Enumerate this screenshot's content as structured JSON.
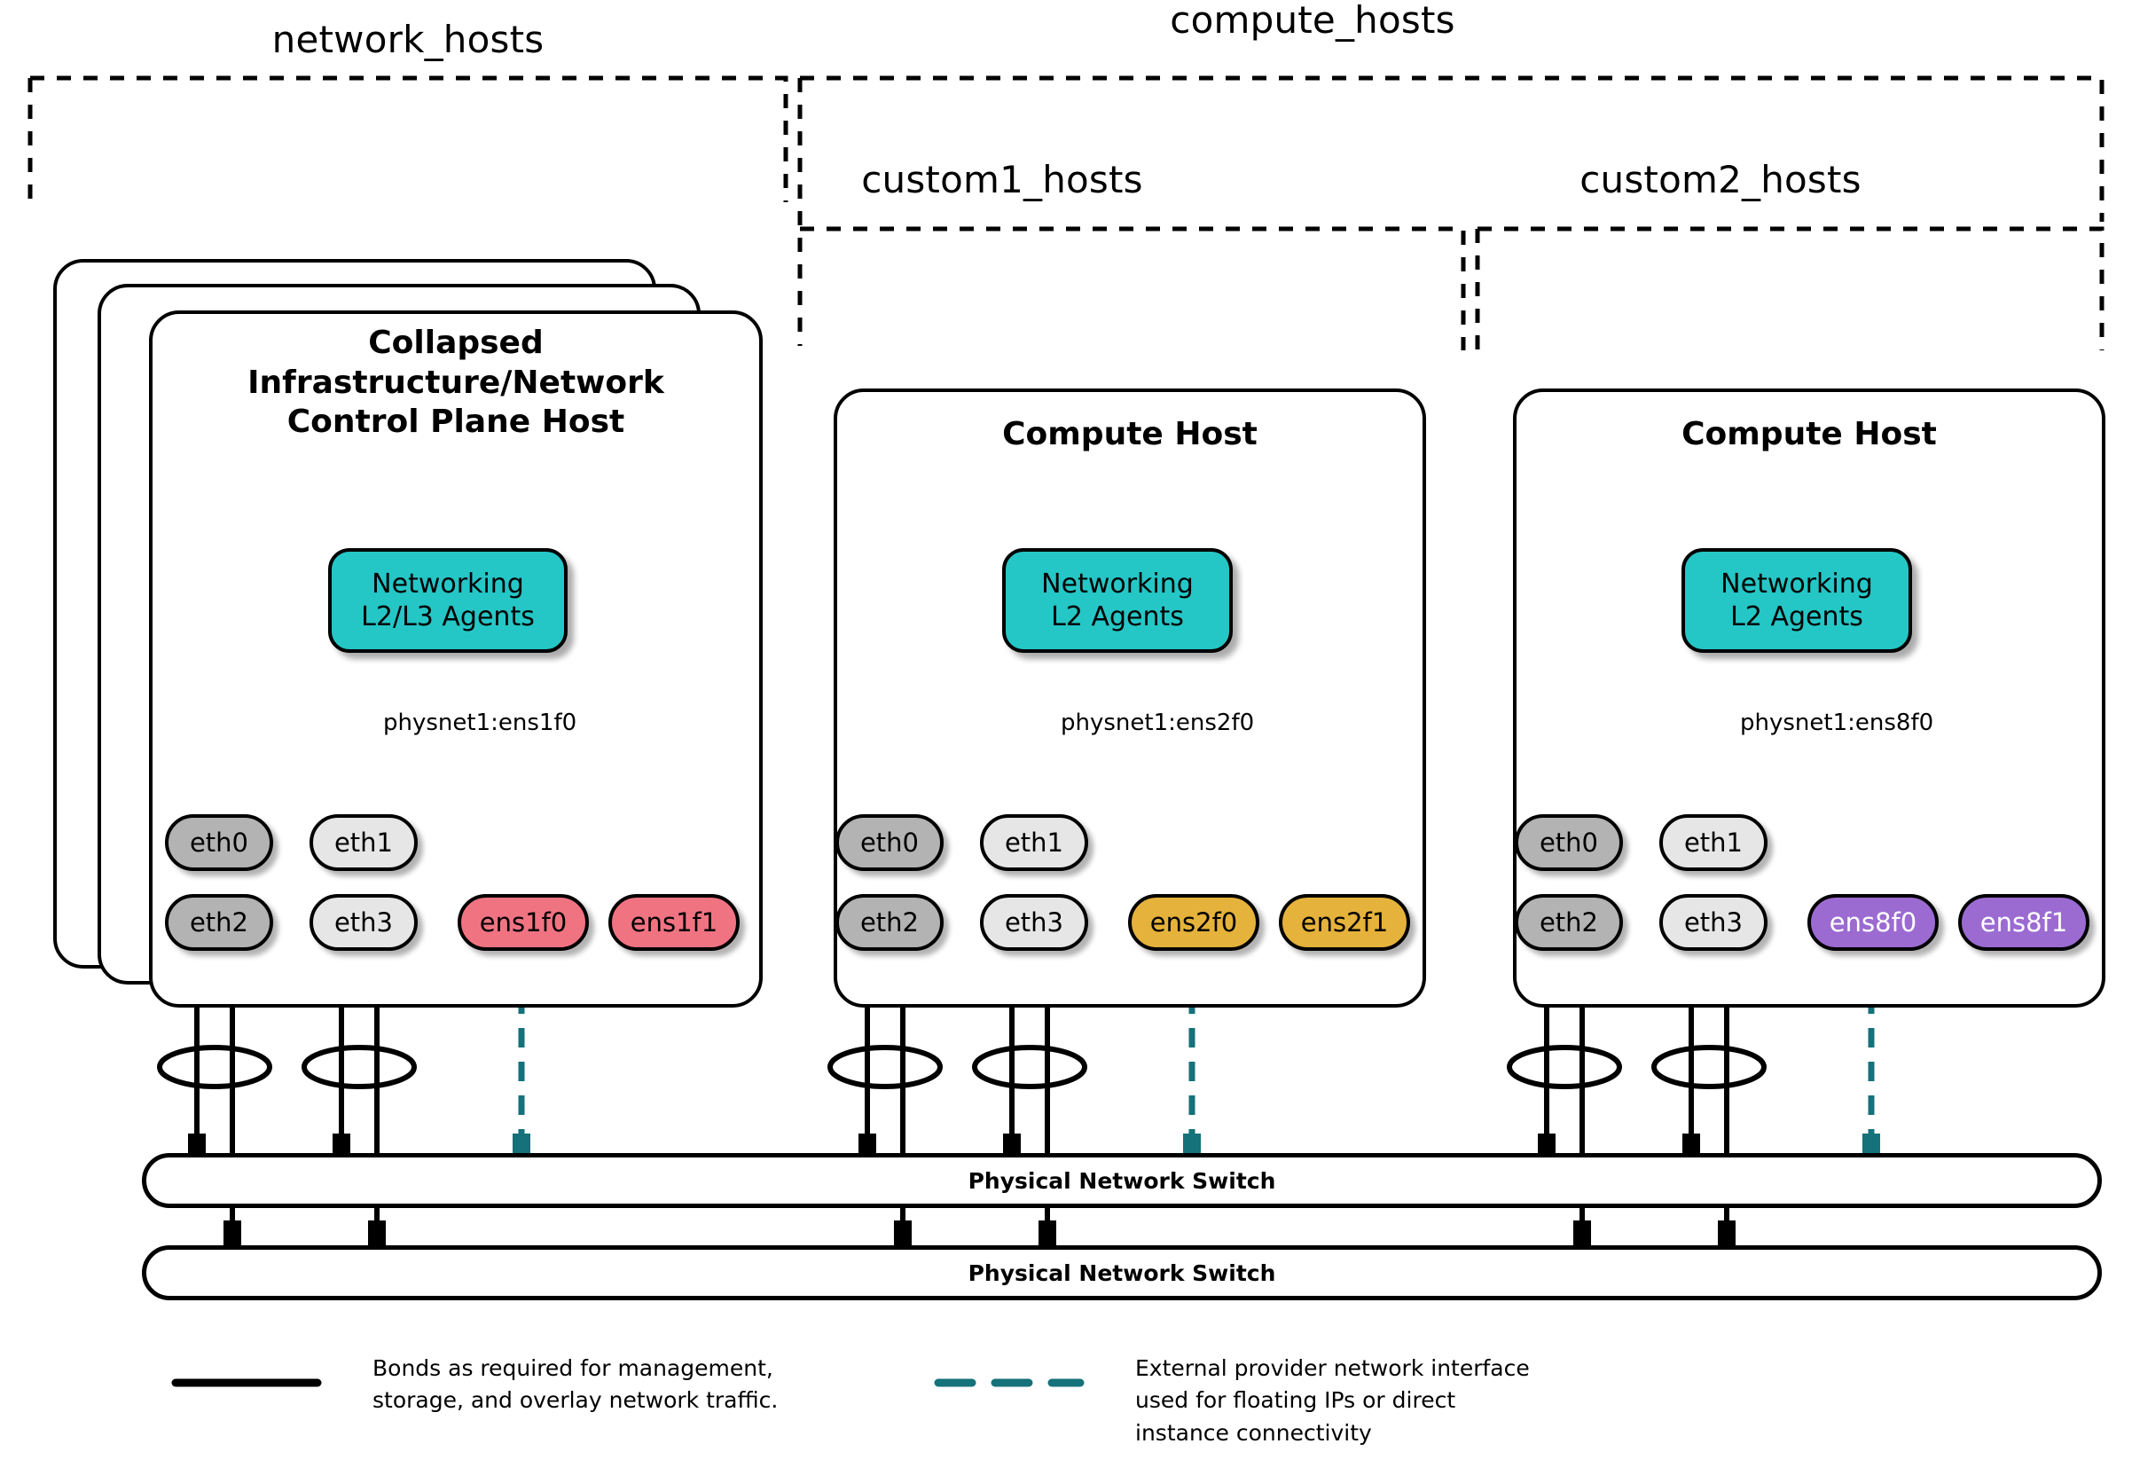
{
  "groups": [
    {
      "id": "network_hosts",
      "label": "network_hosts"
    },
    {
      "id": "compute_hosts",
      "label": "compute_hosts"
    },
    {
      "id": "custom1_hosts",
      "label": "custom1_hosts"
    },
    {
      "id": "custom2_hosts",
      "label": "custom2_hosts"
    }
  ],
  "hosts": [
    {
      "id": "collapsed-control-plane",
      "title": "Collapsed\nInfrastructure/Network\nControl Plane Host",
      "title_lines": [
        "Collapsed",
        "Infrastructure/Network",
        "Control Plane Host"
      ],
      "stacked": true,
      "agent": {
        "label": "Networking\nL2/L3 Agents",
        "lines": [
          "Networking",
          "L2/L3 Agents"
        ],
        "color": "#25C6C6"
      },
      "physnet_label": "physnet1:ens1f0",
      "nics": [
        {
          "name": "eth0",
          "color": "#B3B3B3",
          "text": "#000000"
        },
        {
          "name": "eth1",
          "color": "#E6E6E6",
          "text": "#000000"
        },
        {
          "name": "eth2",
          "color": "#B3B3B3",
          "text": "#000000"
        },
        {
          "name": "eth3",
          "color": "#E6E6E6",
          "text": "#000000"
        },
        {
          "name": "ens1f0",
          "color": "#F07382",
          "text": "#000000"
        },
        {
          "name": "ens1f1",
          "color": "#F07382",
          "text": "#000000"
        }
      ]
    },
    {
      "id": "compute-host-1",
      "title": "Compute Host",
      "title_lines": [
        "Compute Host"
      ],
      "stacked": false,
      "agent": {
        "label": "Networking\nL2 Agents",
        "lines": [
          "Networking",
          "L2 Agents"
        ],
        "color": "#25C6C6"
      },
      "physnet_label": "physnet1:ens2f0",
      "nics": [
        {
          "name": "eth0",
          "color": "#B3B3B3",
          "text": "#000000"
        },
        {
          "name": "eth1",
          "color": "#E6E6E6",
          "text": "#000000"
        },
        {
          "name": "eth2",
          "color": "#B3B3B3",
          "text": "#000000"
        },
        {
          "name": "eth3",
          "color": "#E6E6E6",
          "text": "#000000"
        },
        {
          "name": "ens2f0",
          "color": "#E5B23B",
          "text": "#000000"
        },
        {
          "name": "ens2f1",
          "color": "#E5B23B",
          "text": "#000000"
        }
      ]
    },
    {
      "id": "compute-host-2",
      "title": "Compute Host",
      "title_lines": [
        "Compute Host"
      ],
      "stacked": false,
      "agent": {
        "label": "Networking\nL2 Agents",
        "lines": [
          "Networking",
          "L2 Agents"
        ],
        "color": "#25C6C6"
      },
      "physnet_label": "physnet1:ens8f0",
      "nics": [
        {
          "name": "eth0",
          "color": "#B3B3B3",
          "text": "#000000"
        },
        {
          "name": "eth1",
          "color": "#E6E6E6",
          "text": "#000000"
        },
        {
          "name": "eth2",
          "color": "#B3B3B3",
          "text": "#000000"
        },
        {
          "name": "eth3",
          "color": "#E6E6E6",
          "text": "#000000"
        },
        {
          "name": "ens8f0",
          "color": "#9B6BD1",
          "text": "#FFFFFF"
        },
        {
          "name": "ens8f1",
          "color": "#9B6BD1",
          "text": "#FFFFFF"
        }
      ]
    }
  ],
  "switches": [
    {
      "id": "switch-top",
      "label": "Physical Network Switch"
    },
    {
      "id": "switch-bottom",
      "label": "Physical Network Switch"
    }
  ],
  "legend": [
    {
      "id": "bond-legend",
      "style": "solid",
      "color": "#000000",
      "lines": [
        "Bonds as required for management,",
        "storage, and overlay network traffic."
      ],
      "text": "Bonds as required for management, storage, and overlay network traffic."
    },
    {
      "id": "provider-legend",
      "style": "dashed",
      "color": "#15717A",
      "lines": [
        "External provider network interface",
        "used for floating IPs or direct",
        "instance connectivity"
      ],
      "text": "External provider network interface used for floating IPs or direct instance connectivity"
    }
  ],
  "colors": {
    "teal_accent": "#15717A",
    "agent_fill": "#25C6C6",
    "nic_dark_gray": "#B3B3B3",
    "nic_light_gray": "#E6E6E6",
    "nic_pink": "#F07382",
    "nic_gold": "#E5B23B",
    "nic_purple": "#9B6BD1",
    "line_black": "#000000"
  }
}
